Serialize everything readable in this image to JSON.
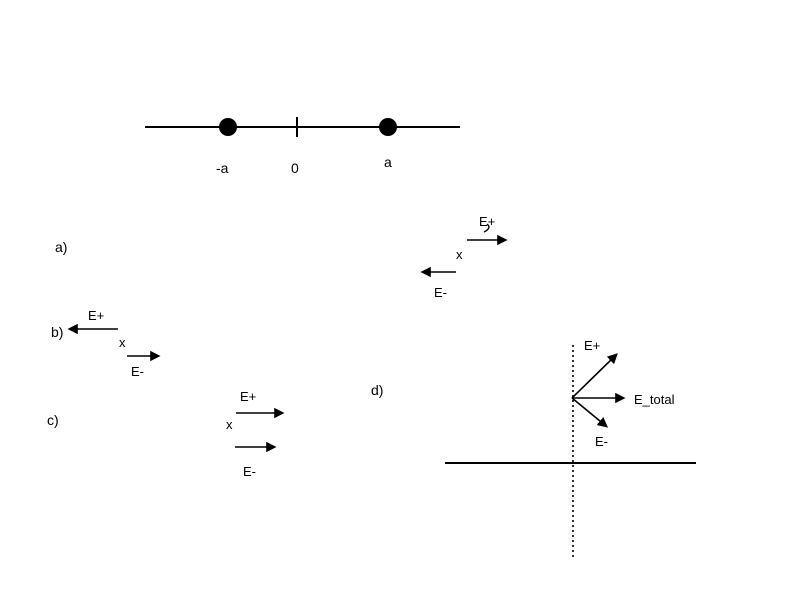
{
  "colors": {
    "ink": "#000000",
    "background": "#ffffff"
  },
  "number_line": {
    "label_neg_a": "-a",
    "label_zero": "0",
    "label_a": "a"
  },
  "part_a": {
    "label": "a)",
    "e_plus": "E+",
    "point": "x",
    "e_minus": "E-"
  },
  "part_b": {
    "label": "b)",
    "e_plus": "E+",
    "point": "x",
    "e_minus": "E-"
  },
  "part_c": {
    "label": "c)",
    "e_plus": "E+",
    "point": "x",
    "e_minus": "E-"
  },
  "part_d": {
    "label": "d)",
    "e_plus": "E+",
    "e_total": "E_total",
    "e_minus": "E-"
  }
}
